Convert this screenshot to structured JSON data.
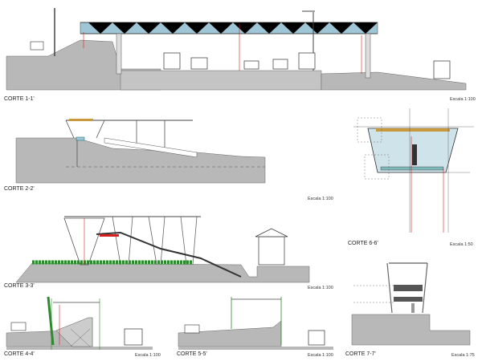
{
  "sections": [
    {
      "title": "CORTE 1-1'",
      "scale": "Escala 1:100"
    },
    {
      "title": "CORTE 2-2'",
      "scale": "Escala 1:100"
    },
    {
      "title": "CORTE 3-3'",
      "scale": "Escala 1:100"
    },
    {
      "title": "CORTE 4-4'",
      "scale": "Escala 1:100"
    },
    {
      "title": "CORTE 5-5'",
      "scale": "Escala 1:100"
    },
    {
      "title": "CORTE 6-6'",
      "scale": "Escala 1:50"
    },
    {
      "title": "CORTE 7-7'",
      "scale": "Escala 1:75"
    }
  ],
  "colors": {
    "ground": "#b8b8b8",
    "dimension": "#d81f1f",
    "vegetation": "#2f8a2f",
    "glass": "#9fc6d6",
    "deck": "#c89a3c"
  }
}
